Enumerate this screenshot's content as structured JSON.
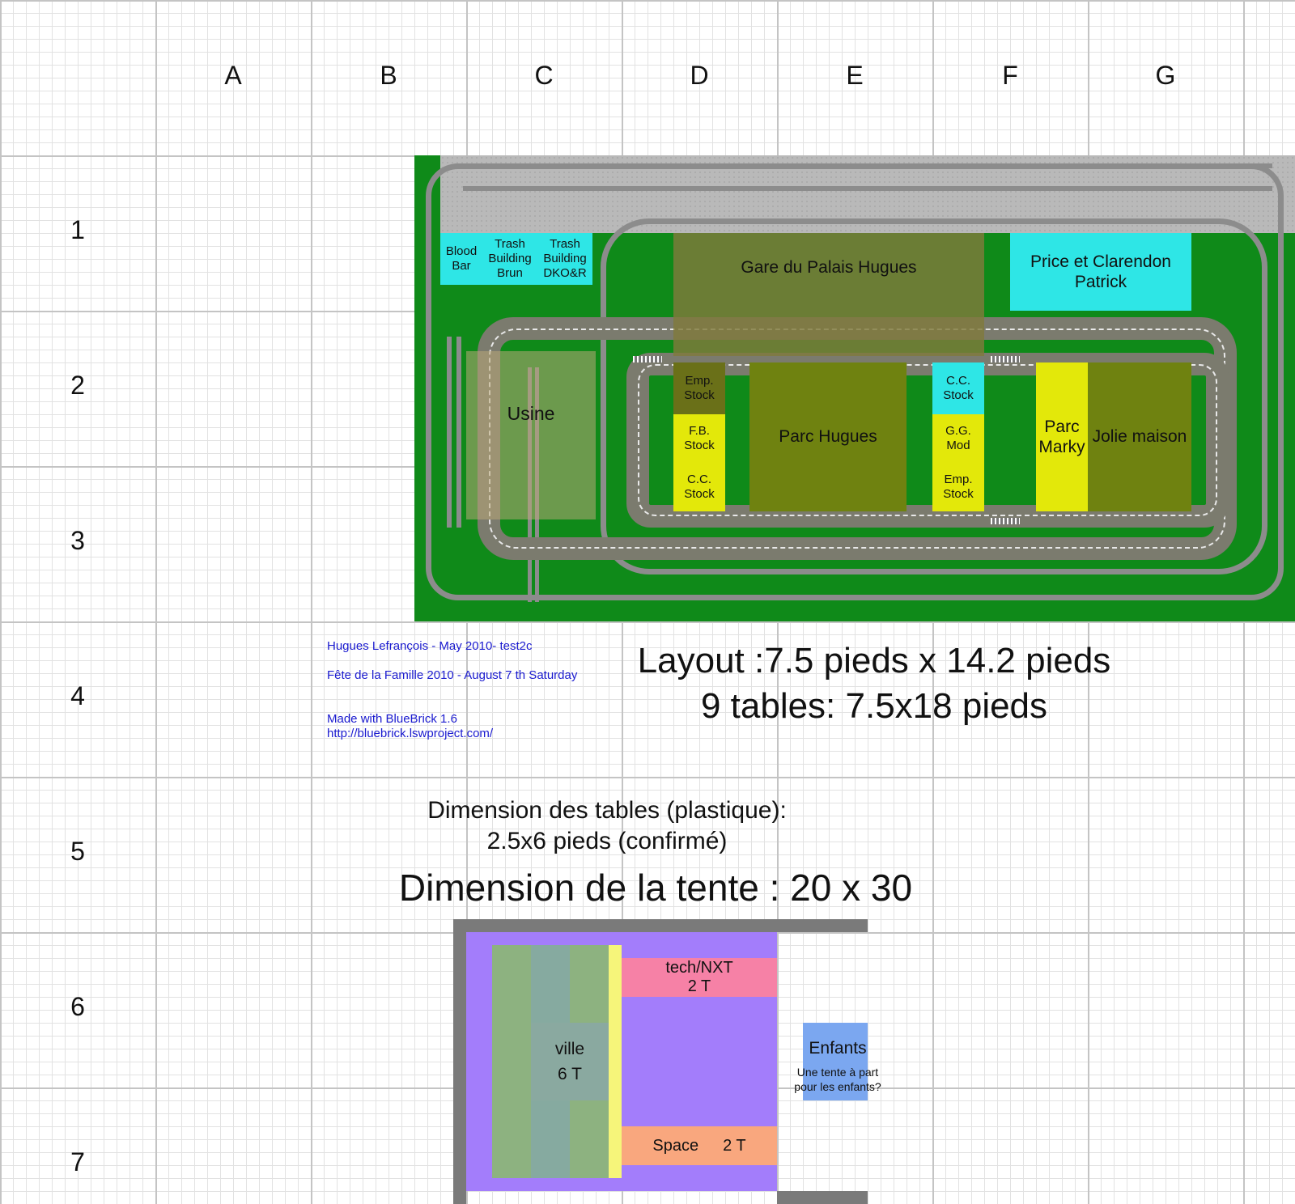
{
  "grid": {
    "columns": [
      "A",
      "B",
      "C",
      "D",
      "E",
      "F",
      "G"
    ],
    "rows": [
      "1",
      "2",
      "3",
      "4",
      "5",
      "6",
      "7"
    ]
  },
  "layout": {
    "zones": {
      "blood_bar": "Blood Bar",
      "trash_brun": "Trash Building Brun",
      "trash_dko": "Trash Building DKO&R",
      "gare": "Gare du Palais Hugues",
      "price": "Price et Clarendon Patrick",
      "usine": "Usine",
      "emp_stock_1": "Emp. Stock",
      "fb_stock": "F.B. Stock",
      "cc_stock_1": "C.C. Stock",
      "parc_hugues": "Parc Hugues",
      "cc_stock_2": "C.C. Stock",
      "gg_mod": "G.G. Mod",
      "emp_stock_2": "Emp. Stock",
      "parc_marky": "Parc Marky",
      "jolie_maison": "Jolie maison"
    },
    "colors": {
      "baseplate": "#0f8a19",
      "cyan": "#2ee6e6",
      "yellow": "#e3e80a",
      "olive": "#6f8210"
    }
  },
  "info": {
    "author": "Hugues Lefrançois - May 2010- test2c",
    "event": "Fête de la Famille 2010 - August 7 th Saturday",
    "made_with": "Made with BlueBrick 1.6",
    "url": "http://bluebrick.lswproject.com/",
    "layout_size": "Layout :7.5 pieds x 14.2 pieds",
    "tables": "9 tables: 7.5x18 pieds",
    "table_dim_line1": "Dimension des tables (plastique):",
    "table_dim_line2": "2.5x6 pieds (confirmé)",
    "tent_dim": "Dimension de la tente : 20 x 30"
  },
  "tent": {
    "ville_line1": "ville",
    "ville_line2": "6 T",
    "tech_line1": "tech/NXT",
    "tech_line2": "2 T",
    "space_label": "Space",
    "space_count": "2 T",
    "enfants_title": "Enfants",
    "enfants_note_line1": "Une tente à part",
    "enfants_note_line2": "pour les enfants?",
    "colors": {
      "purple": "#a37dfb",
      "pink": "#f681a6",
      "orange": "#f9a77e",
      "blue": "#7ba7f0",
      "wall": "#7a7a7a"
    }
  }
}
